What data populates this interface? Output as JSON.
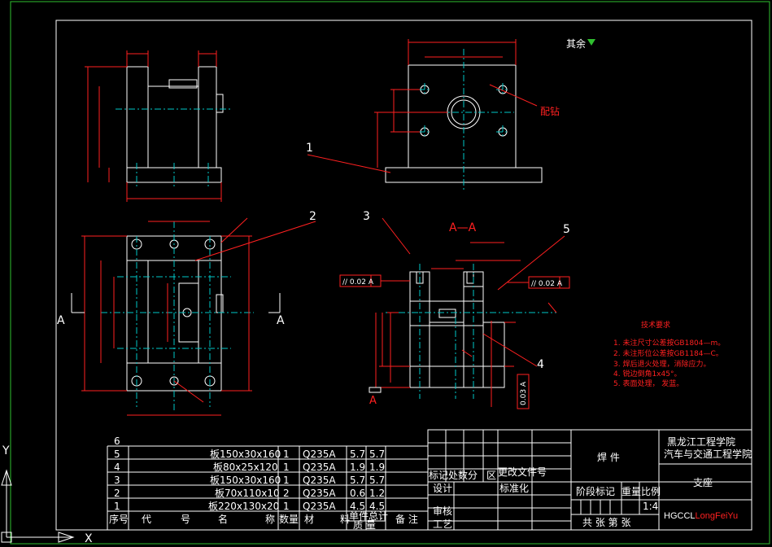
{
  "top_right_note": "其余",
  "section_title": "A—A",
  "view_marks": {
    "left": "A",
    "right": "A",
    "section": "A"
  },
  "leaders": {
    "l1": "1",
    "l2": "2",
    "l3": "3",
    "l4": "4",
    "l5": "5"
  },
  "tolerances": {
    "left": "// 0.02 A",
    "right": "// 0.02 A",
    "vertical": "0.03 A"
  },
  "tech_req": {
    "title": "技术要求",
    "items": [
      "1. 未注尺寸公差按GB1804—m。",
      "2. 未注形位公差按GB1184—C。",
      "3. 焊后退火处理，消除应力。",
      "4. 锐边倒角1x45°。",
      "5. 表面处理， 发蓝。"
    ]
  },
  "bom": {
    "rows": [
      {
        "no": "6",
        "name": "",
        "qty": "",
        "mat": "",
        "w1": "",
        "w2": ""
      },
      {
        "no": "5",
        "name": "板150x30x160",
        "qty": "1",
        "mat": "Q235A",
        "w1": "5.7",
        "w2": "5.7"
      },
      {
        "no": "4",
        "name": "板80x25x120",
        "qty": "1",
        "mat": "Q235A",
        "w1": "1.9",
        "w2": "1.9"
      },
      {
        "no": "3",
        "name": "板150x30x160",
        "qty": "1",
        "mat": "Q235A",
        "w1": "5.7",
        "w2": "5.7"
      },
      {
        "no": "2",
        "name": "板70x110x10",
        "qty": "2",
        "mat": "Q235A",
        "w1": "0.6",
        "w2": "1.2"
      },
      {
        "no": "1",
        "name": "板220x130x20",
        "qty": "1",
        "mat": "Q235A",
        "w1": "4.5",
        "w2": "4.5"
      }
    ],
    "header": [
      "序号",
      "代",
      "号",
      "名",
      "称",
      "数量",
      "材",
      "料",
      "单件",
      "总计",
      "备 注"
    ],
    "header_sub": "质 量"
  },
  "title_block": {
    "part_type": "焊 件",
    "school": "黑龙江工程学院",
    "dept": "汽车与交通工程学院",
    "part_name": "支座",
    "mark_row": "标记处数分",
    "zone_label": "区",
    "file_no": "更改文件号",
    "design": "设计",
    "standard": "标准化",
    "review": "审核",
    "process": "工艺",
    "stage": "阶段标记",
    "weight": "重量",
    "scale_label": "比例",
    "scale": "1:4",
    "sheets": "共 张 第 张",
    "drawing_no": "HGCCL",
    "author": "LongFeiYu"
  },
  "ucs": {
    "x": "X",
    "y": "Y"
  }
}
